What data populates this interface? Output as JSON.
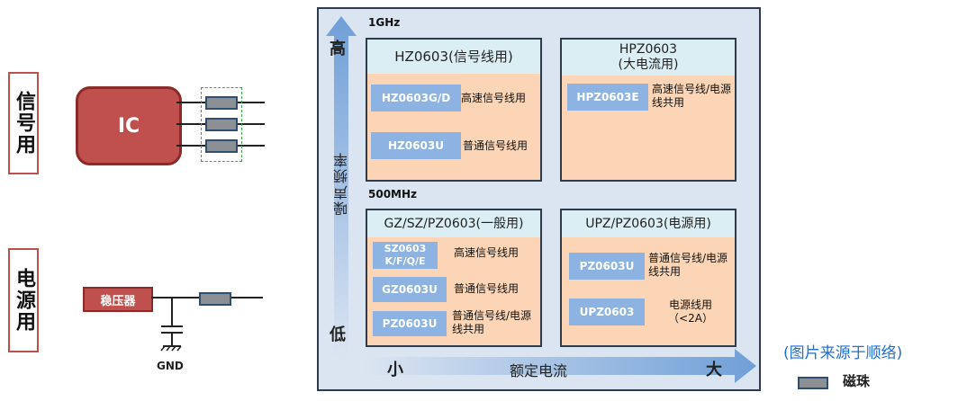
{
  "left": {
    "signal_label": "信号用",
    "power_label": "电源用",
    "ic_label": "IC",
    "regulator_label": "稳压器",
    "ground_label": "GND"
  },
  "axes": {
    "y_label": "噪声频率",
    "y_high": "高",
    "y_low": "低",
    "x_label": "额定电流",
    "x_small": "小",
    "x_large": "大",
    "freq_top": "1GHz",
    "freq_mid": "500MHz"
  },
  "boxes": {
    "hz": {
      "title": "HZ0603(信号线用)",
      "items": [
        {
          "chip": "HZ0603G/D",
          "desc": "高速信号线用"
        },
        {
          "chip": "HZ0603U",
          "desc": "普通信号线用"
        }
      ]
    },
    "hpz": {
      "title_line1": "HPZ0603",
      "title_line2": "(大电流用)",
      "items": [
        {
          "chip": "HPZ0603E",
          "desc": "高速信号线/电源线共用"
        }
      ]
    },
    "gz": {
      "title": "GZ/SZ/PZ0603(一般用)",
      "items": [
        {
          "chip": "SZ0603 K/F/Q/E",
          "desc": "高速信号线用"
        },
        {
          "chip": "GZ0603U",
          "desc": "普通信号线用"
        },
        {
          "chip": "PZ0603U",
          "desc": "普通信号线/电源线共用"
        }
      ]
    },
    "upz": {
      "title": "UPZ/PZ0603(电源用)",
      "items": [
        {
          "chip": "PZ0603U",
          "desc": "普通信号线/电源线共用"
        },
        {
          "chip": "UPZ0603",
          "desc": "电源线用（<2A）"
        }
      ]
    }
  },
  "legend": {
    "source": "(图片来源于顺络)",
    "bead_label": "磁珠"
  },
  "colors": {
    "ic_red": "#c0504d",
    "frame_bg": "#dbe5f1",
    "box_body": "#fbd5b5",
    "box_head": "#dbeef4",
    "chip_blue": "#8db3e2",
    "arrow_blue": "#6f9fd8",
    "source_blue": "#1f6fd0",
    "bead_grey": "#8c8f94"
  }
}
